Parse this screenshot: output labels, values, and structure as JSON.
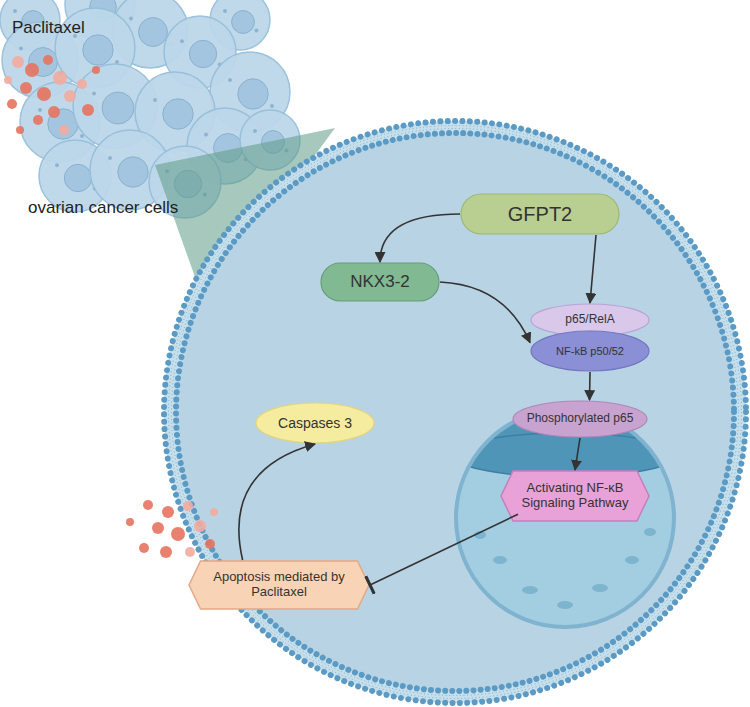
{
  "diagram": {
    "nodes": [
      {
        "text": [
          "GFPT2"
        ]
      },
      {
        "text": [
          "NKX3-2"
        ]
      },
      {
        "text": [
          "p65/RelA"
        ]
      },
      {
        "text": [
          "NF-kB p50/52"
        ]
      },
      {
        "text": [
          "Phosphorylated p65"
        ]
      },
      {
        "text": [
          "Activating NF-κB Signaling Pathway"
        ]
      },
      {
        "text": [
          "Caspases 3"
        ]
      },
      {
        "text": [
          "Apoptosis mediated by Paclitaxel"
        ]
      }
    ],
    "edges": [
      {
        "from": 0,
        "to": 1,
        "arrow": "to"
      },
      {
        "from": 0,
        "to": 2,
        "arrow": "to"
      },
      {
        "from": 1,
        "to": 3,
        "arrow": "to"
      },
      {
        "from": 3,
        "to": 4,
        "arrow": "to"
      },
      {
        "from": 4,
        "to": 5,
        "arrow": "to"
      },
      {
        "from": 5,
        "to": 7,
        "arrow": "to"
      },
      {
        "from": 7,
        "to": 6,
        "arrow": "to"
      }
    ],
    "labels": [
      "Paclitaxel",
      "ovarian cancer cells"
    ]
  }
}
